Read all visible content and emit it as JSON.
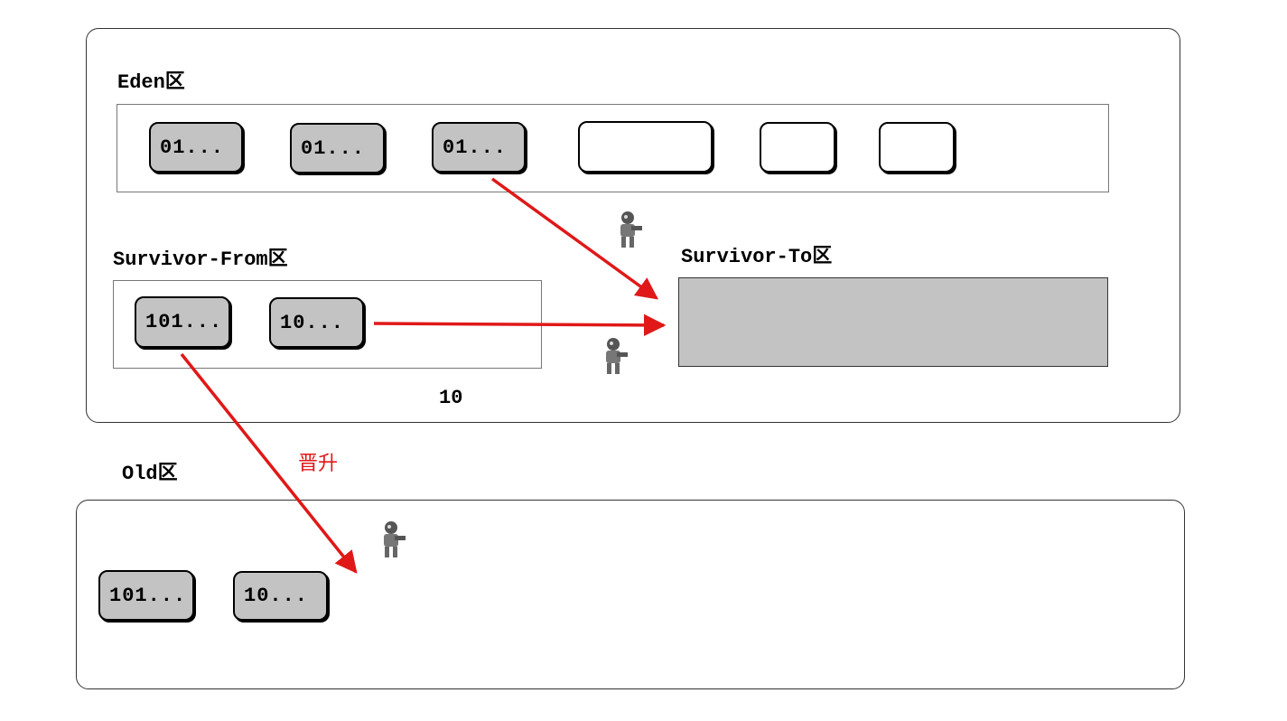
{
  "young": {
    "eden": {
      "label": "Eden区",
      "objects": [
        "01...",
        "01...",
        "01...",
        "",
        "",
        ""
      ]
    },
    "survivor_from": {
      "label": "Survivor-From区",
      "objects": [
        "101...",
        "10..."
      ]
    },
    "survivor_to": {
      "label": "Survivor-To区"
    },
    "age_value": "10"
  },
  "old": {
    "label": "Old区",
    "objects": [
      "101...",
      "10..."
    ],
    "promotion_label": "晋升"
  },
  "colors": {
    "arrow": "#e01818",
    "object_fill": "#c3c3c3"
  },
  "icons": [
    "gc-worker-icon",
    "gc-worker-icon",
    "gc-worker-icon"
  ]
}
